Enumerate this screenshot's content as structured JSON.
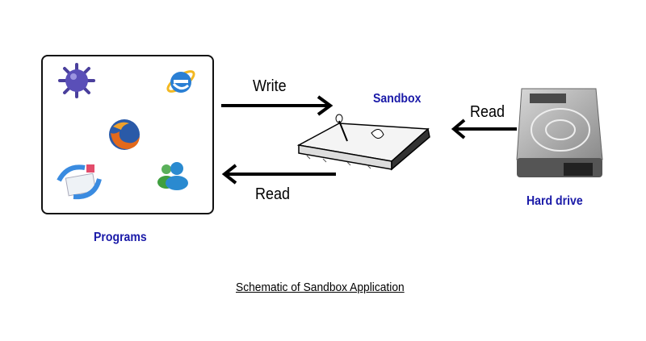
{
  "diagram": {
    "programs": {
      "label": "Programs",
      "icons": [
        "minesweeper-mine-icon",
        "internet-explorer-icon",
        "firefox-icon",
        "email-sync-icon",
        "messenger-icon"
      ]
    },
    "sandbox": {
      "label": "Sandbox"
    },
    "hard_drive": {
      "label": "Hard drive"
    },
    "arrows": {
      "write_label": "Write",
      "read_label_left": "Read",
      "read_label_right": "Read"
    },
    "caption": "Schematic of Sandbox Application",
    "colors": {
      "label_blue": "#1a1aa8"
    }
  }
}
